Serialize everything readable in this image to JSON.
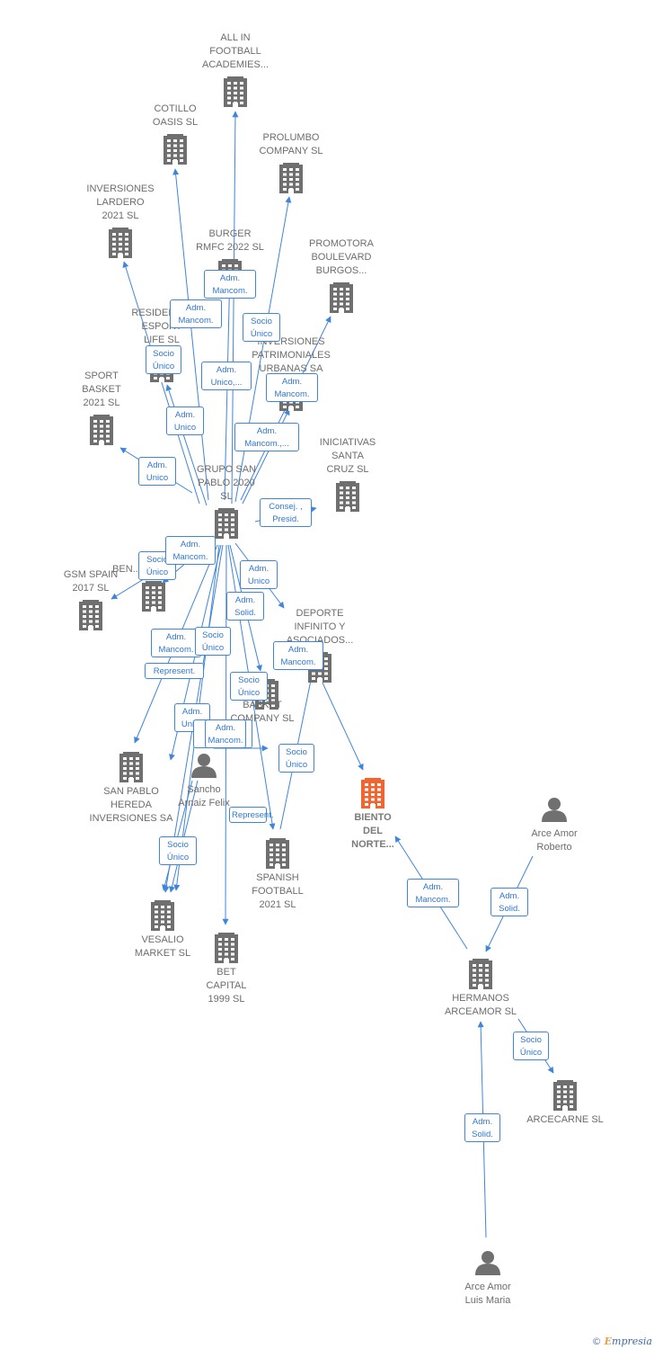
{
  "colors": {
    "edge": "#3f85d9",
    "company": "#6f6f6f",
    "focus": "#f26430",
    "person": "#707070"
  },
  "watermark": {
    "symbol": "©",
    "brand_first": "E",
    "brand_rest": "mpresia"
  },
  "nodes": [
    {
      "id": "allin",
      "type": "company",
      "label": "ALL IN\nFOOTBALL\nACADEMIES..."
    },
    {
      "id": "cotillo",
      "type": "company",
      "label": "COTILLO\nOASIS  SL"
    },
    {
      "id": "prolumbo",
      "type": "company",
      "label": "PROLUMBO\nCOMPANY  SL"
    },
    {
      "id": "lardero",
      "type": "company",
      "label": "INVERSIONES\nLARDERO\n2021  SL"
    },
    {
      "id": "burger",
      "type": "company",
      "label": "BURGER\nRMFC 2022  SL"
    },
    {
      "id": "promotora",
      "type": "company",
      "label": "PROMOTORA\nBOULEVARD\nBURGOS..."
    },
    {
      "id": "residencia",
      "type": "company",
      "label": "RESIDENCIA\nESPORT\nLIFE  SL"
    },
    {
      "id": "patrimoniales",
      "type": "company",
      "label": "INVERSIONES\nPATRIMONIALES\nURBANAS SA"
    },
    {
      "id": "sport",
      "type": "company",
      "label": "SPORT\nBASKET\n2021  SL"
    },
    {
      "id": "iniciativas",
      "type": "company",
      "label": "INICIATIVAS\nSANTA\nCRUZ  SL"
    },
    {
      "id": "grupo",
      "type": "company",
      "label": "GRUPO SAN\nPABLO 2020\nSL"
    },
    {
      "id": "gsm",
      "type": "company",
      "label": "GSM SPAIN\n2017  SL"
    },
    {
      "id": "ben",
      "type": "company",
      "label": "BEN..."
    },
    {
      "id": "deporte",
      "type": "company",
      "label": "DEPORTE\nINFINITO Y\nASOCIADOS..."
    },
    {
      "id": "basket",
      "type": "company",
      "label": "BASKET\nCOMPANY  SL"
    },
    {
      "id": "sanpablo",
      "type": "company",
      "label": "SAN PABLO\nHEREDA\nINVERSIONES SA"
    },
    {
      "id": "sancho",
      "type": "person",
      "label": "Sancho\nArnaiz Felix"
    },
    {
      "id": "biento",
      "type": "focus",
      "label": "BIENTO\nDEL\nNORTE..."
    },
    {
      "id": "arceroberto",
      "type": "person",
      "label": "Arce Amor\nRoberto"
    },
    {
      "id": "spanish",
      "type": "company",
      "label": "SPANISH\nFOOTBALL\n2021  SL"
    },
    {
      "id": "vesalio",
      "type": "company",
      "label": "VESALIO\nMARKET  SL"
    },
    {
      "id": "bet",
      "type": "company",
      "label": "BET\nCAPITAL\n1999  SL"
    },
    {
      "id": "hermanos",
      "type": "company",
      "label": "HERMANOS\nARCEAMOR SL"
    },
    {
      "id": "arcecarne",
      "type": "company",
      "label": "ARCECARNE SL"
    },
    {
      "id": "arceluis",
      "type": "person",
      "label": "Arce Amor\nLuis Maria"
    }
  ],
  "edges": [
    {
      "from": "grupo",
      "to": "allin",
      "label": "Adm.\nMancom."
    },
    {
      "from": "grupo",
      "to": "cotillo",
      "label": "Adm.\nMancom."
    },
    {
      "from": "grupo",
      "to": "prolumbo",
      "label": "Socio\nÚnico"
    },
    {
      "from": "grupo",
      "to": "lardero",
      "label": "Socio\nÚnico"
    },
    {
      "from": "grupo",
      "to": "burger",
      "label": "Adm.\nUnico,..."
    },
    {
      "from": "grupo",
      "to": "promotora",
      "label": "Adm.\nMancom."
    },
    {
      "from": "grupo",
      "to": "residencia",
      "label": "Adm.\nUnico"
    },
    {
      "from": "grupo",
      "to": "patrimoniales",
      "label": "Adm.\nMancom.,..."
    },
    {
      "from": "grupo",
      "to": "sport",
      "label": "Adm.\nUnico"
    },
    {
      "from": "grupo",
      "to": "iniciativas",
      "label": "Consej. ,\nPresid."
    },
    {
      "from": "grupo",
      "to": "gsm",
      "label": "Socio\nÚnico"
    },
    {
      "from": "grupo",
      "to": "ben",
      "label": "Adm.\nMancom."
    },
    {
      "from": "grupo",
      "to": "deporte",
      "label": "Adm.\nUnico"
    },
    {
      "from": "grupo",
      "to": "basket",
      "label": "Adm.\nSolid."
    },
    {
      "from": "grupo",
      "to": "sanpablo",
      "label": "Adm.\nMancom."
    },
    {
      "from": "grupo",
      "to": "sancho",
      "label": "Represent."
    },
    {
      "from": "grupo",
      "to": "vesalio",
      "label": "Socio\nÚnico"
    },
    {
      "from": "grupo",
      "to": "spanish",
      "label": "Socio\nÚnico"
    },
    {
      "from": "grupo",
      "to": "bet",
      "label": "Adm.\nUnico"
    },
    {
      "from": "grupo",
      "to": "vesalio",
      "label": "Adm.\nUnico"
    },
    {
      "from": "spanish",
      "to": "deporte",
      "label": "Socio\nÚnico"
    },
    {
      "from": "deporte",
      "to": "biento",
      "label": "Adm.\nMancom."
    },
    {
      "from": "hermanos",
      "to": "biento",
      "label": "Adm.\nMancom."
    },
    {
      "from": "arceroberto",
      "to": "hermanos",
      "label": "Adm.\nSolid."
    },
    {
      "from": "hermanos",
      "to": "arcecarne",
      "label": "Socio\nÚnico"
    },
    {
      "from": "arceluis",
      "to": "hermanos",
      "label": "Adm.\nSolid."
    },
    {
      "from": "sancho",
      "to": "spanish",
      "label": "Represent."
    },
    {
      "from": "sancho",
      "to": "sanpablo",
      "label": "Socio\nÚnico"
    },
    {
      "from": "sancho",
      "to": "vesalio",
      "label": "Adm.\nMancom."
    }
  ]
}
